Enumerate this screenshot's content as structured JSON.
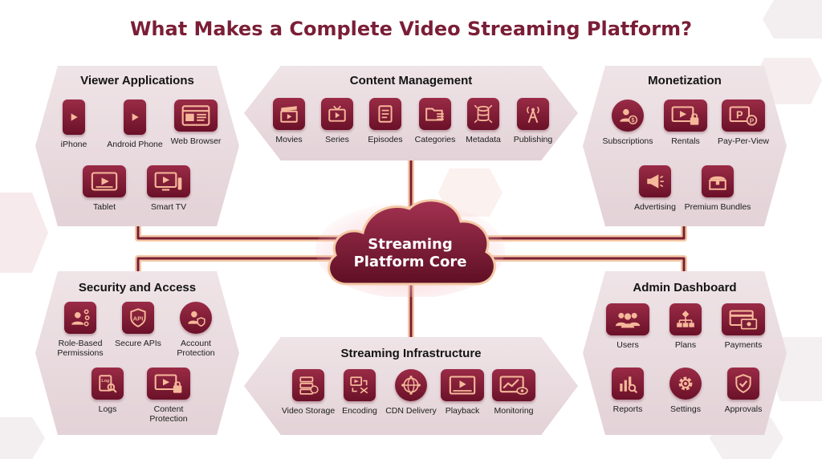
{
  "title": "What Makes a Complete Video Streaming Platform?",
  "core": {
    "line1": "Streaming",
    "line2": "Platform Core"
  },
  "colors": {
    "accent": "#7a1e36",
    "tile": "#8b1d3a",
    "panel": "#e9dde1"
  },
  "panels": {
    "viewer": {
      "title": "Viewer Applications",
      "items": [
        {
          "label": "iPhone",
          "icon": "phone-play-icon"
        },
        {
          "label": "Android Phone",
          "icon": "phone-play-icon"
        },
        {
          "label": "Web Browser",
          "icon": "browser-window-icon"
        },
        {
          "label": "Tablet",
          "icon": "tablet-play-icon"
        },
        {
          "label": "Smart TV",
          "icon": "tv-remote-icon"
        }
      ]
    },
    "content": {
      "title": "Content Management",
      "items": [
        {
          "label": "Movies",
          "icon": "clapperboard-icon"
        },
        {
          "label": "Series",
          "icon": "tv-icon"
        },
        {
          "label": "Episodes",
          "icon": "document-list-icon"
        },
        {
          "label": "Categories",
          "icon": "folder-list-icon"
        },
        {
          "label": "Metadata",
          "icon": "database-icon"
        },
        {
          "label": "Publishing",
          "icon": "broadcast-tower-icon"
        }
      ]
    },
    "monetization": {
      "title": "Monetization",
      "items": [
        {
          "label": "Subscriptions",
          "icon": "user-dollar-icon"
        },
        {
          "label": "Rentals",
          "icon": "video-lock-icon"
        },
        {
          "label": "Pay-Per-View",
          "icon": "pay-per-view-icon"
        },
        {
          "label": "Advertising",
          "icon": "megaphone-icon"
        },
        {
          "label": "Premium Bundles",
          "icon": "treasure-chest-icon"
        }
      ]
    },
    "security": {
      "title": "Security and Access",
      "items": [
        {
          "label": "Role-Based Permissions",
          "icon": "user-keys-icon"
        },
        {
          "label": "Secure APIs",
          "icon": "api-shield-icon"
        },
        {
          "label": "Account Protection",
          "icon": "user-shield-icon"
        },
        {
          "label": "Logs",
          "icon": "log-search-icon"
        },
        {
          "label": "Content Protection",
          "icon": "video-lock-icon"
        }
      ]
    },
    "streaming": {
      "title": "Streaming Infrastructure",
      "items": [
        {
          "label": "Video Storage",
          "icon": "server-disk-icon"
        },
        {
          "label": "Encoding",
          "icon": "encoding-icon"
        },
        {
          "label": "CDN Delivery",
          "icon": "globe-network-icon"
        },
        {
          "label": "Playback",
          "icon": "play-bar-icon"
        },
        {
          "label": "Monitoring",
          "icon": "chart-eye-icon"
        }
      ]
    },
    "admin": {
      "title": "Admin Dashboard",
      "items": [
        {
          "label": "Users",
          "icon": "users-group-icon"
        },
        {
          "label": "Plans",
          "icon": "flowchart-icon"
        },
        {
          "label": "Payments",
          "icon": "credit-card-icon"
        },
        {
          "label": "Reports",
          "icon": "bar-chart-search-icon"
        },
        {
          "label": "Settings",
          "icon": "gear-icon"
        },
        {
          "label": "Approvals",
          "icon": "shield-check-icon"
        }
      ]
    }
  }
}
